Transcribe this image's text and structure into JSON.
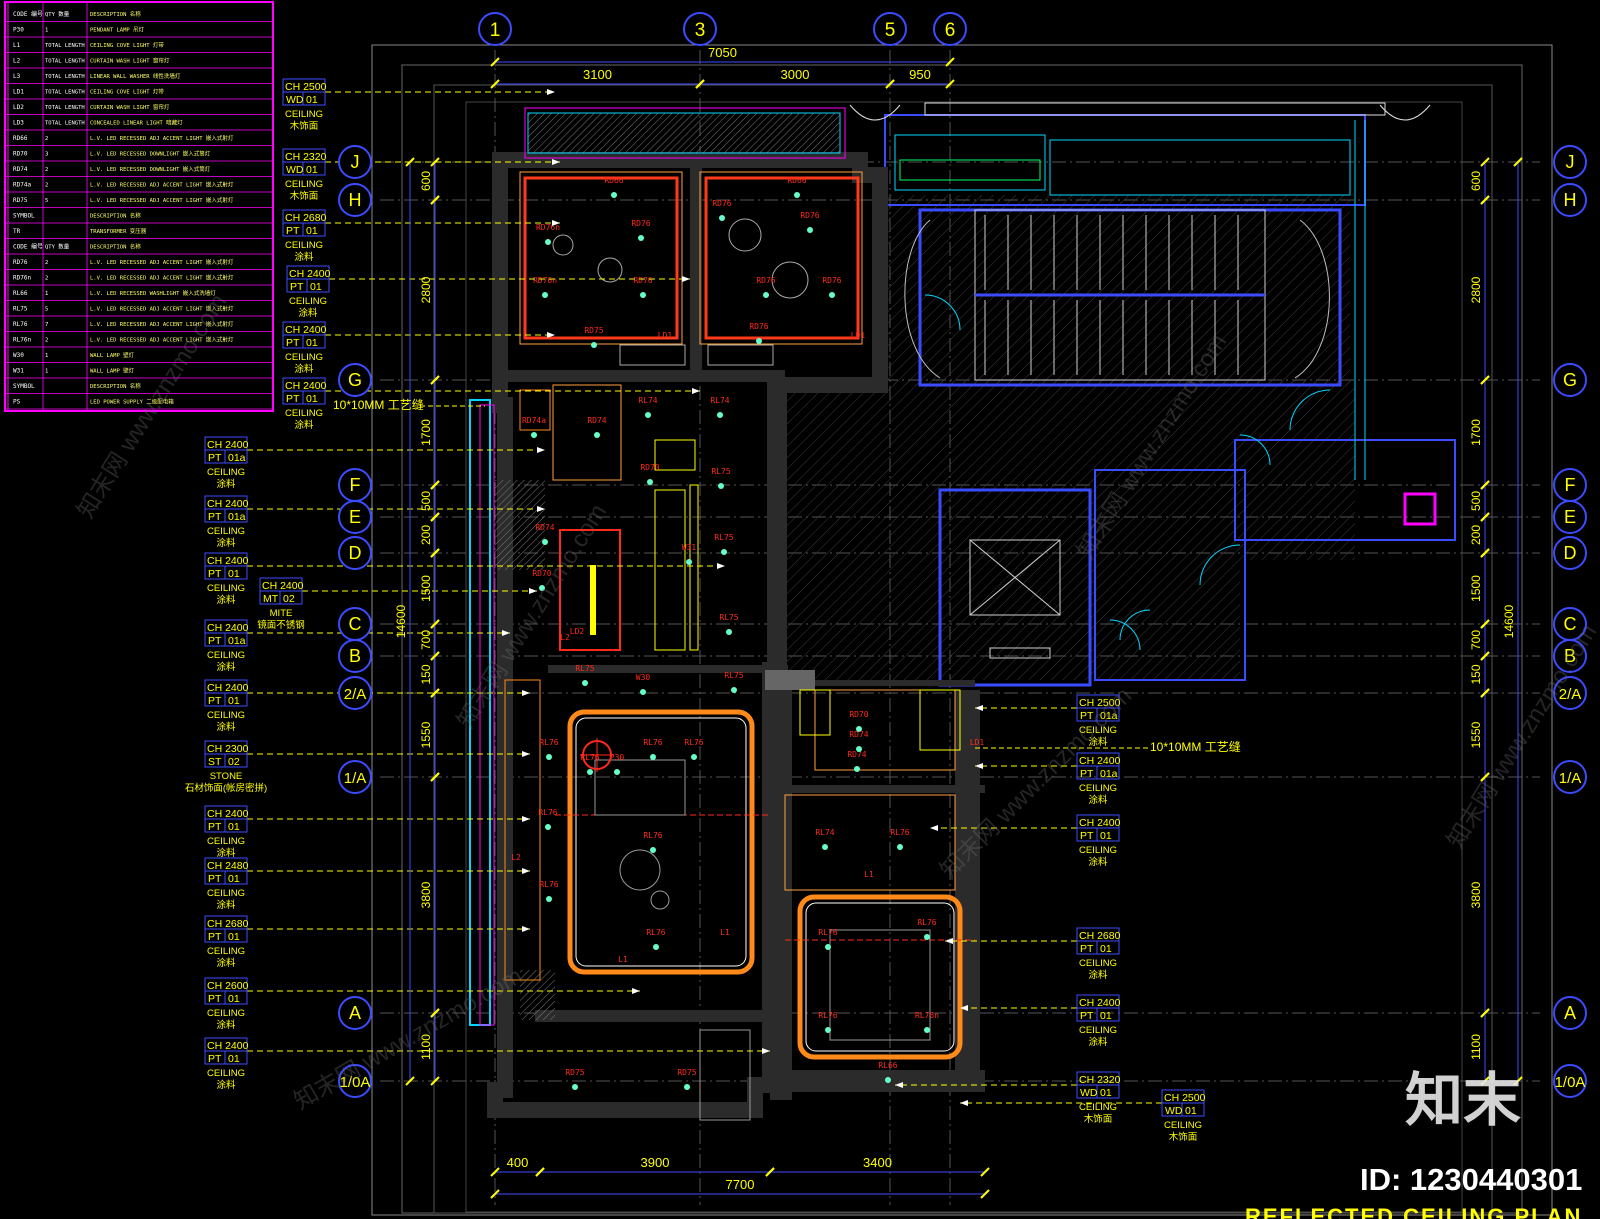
{
  "title": "REFLECTED CEILING PLAN",
  "watermark": {
    "logo": "知末",
    "id_text": "ID: 1230440301",
    "tile_cn": "知末网 www.znzmo.com"
  },
  "grid_top": [
    "1",
    "3",
    "5",
    "6"
  ],
  "grid_rows": [
    "J",
    "H",
    "G",
    "F",
    "E",
    "D",
    "C",
    "B",
    "2/A",
    "1/A",
    "A",
    "1/0A"
  ],
  "dims_top_total": "7050",
  "dims_top": [
    "3100",
    "3000",
    "950"
  ],
  "dims_bottom_total": "7700",
  "dims_bottom": [
    "400",
    "3900",
    "3400"
  ],
  "dims_side_total": "14600",
  "dims_side": [
    "600",
    "2800",
    "1700",
    "500",
    "200",
    "1500",
    "700",
    "150",
    "1550",
    "3800",
    "1100"
  ],
  "legend": {
    "rows": [
      [
        "CODE 编号",
        "QTY 数量",
        "DESCRIPTION 名称"
      ],
      [
        "P30",
        "1",
        "PENDANT LAMP 吊灯"
      ],
      [
        "L1",
        "TOTAL LENGTH",
        "CEILING COVE LIGHT 灯带"
      ],
      [
        "L2",
        "TOTAL LENGTH",
        "CURTAIN WASH LIGHT 窗帘灯"
      ],
      [
        "L3",
        "TOTAL LENGTH",
        "LINEAR WALL WASHER 线性洗墙灯"
      ],
      [
        "LD1",
        "TOTAL LENGTH",
        "CEILING COVE LIGHT 灯带"
      ],
      [
        "LD2",
        "TOTAL LENGTH",
        "CURTAIN WASH LIGHT 窗帘灯"
      ],
      [
        "LD3",
        "TOTAL LENGTH",
        "CONCEALED LINEAR LIGHT 暗藏灯"
      ],
      [
        "RD66",
        "2",
        "L.V. LED RECESSED ADJ ACCENT LIGHT 嵌入式射灯"
      ],
      [
        "RD70",
        "3",
        "L.V. LED RECESSED DOWNLIGHT 嵌入式筒灯"
      ],
      [
        "RD74",
        "2",
        "L.V. LED RECESSED DOWNLIGHT 嵌入式筒灯"
      ],
      [
        "RD74a",
        "2",
        "L.V. LED RECESSED ADJ ACCENT LIGHT 嵌入式射灯"
      ],
      [
        "RD75",
        "5",
        "L.V. LED RECESSED ADJ ACCENT LIGHT 嵌入式射灯"
      ],
      [
        "SYMBOL",
        "",
        "DESCRIPTION 名称"
      ],
      [
        "TR",
        "",
        "TRANSFORMER 变压器"
      ],
      [
        "CODE 编号",
        "QTY 数量",
        "DESCRIPTION 名称"
      ],
      [
        "RD76",
        "2",
        "L.V. LED RECESSED ADJ ACCENT LIGHT 嵌入式射灯"
      ],
      [
        "RD76n",
        "2",
        "L.V. LED RECESSED ADJ ACCENT LIGHT 嵌入式射灯"
      ],
      [
        "RL66",
        "1",
        "L.V. LED RECESSED WASHLIGHT 嵌入式洗墙灯"
      ],
      [
        "RL75",
        "5",
        "L.V. LED RECESSED ADJ ACCENT LIGHT 嵌入式射灯"
      ],
      [
        "RL76",
        "7",
        "L.V. LED RECESSED ADJ ACCENT LIGHT 嵌入式射灯"
      ],
      [
        "RL76n",
        "2",
        "L.V. LED RECESSED ADJ ACCENT LIGHT 嵌入式射灯"
      ],
      [
        "W30",
        "1",
        "WALL LAMP 壁灯"
      ],
      [
        "W31",
        "1",
        "WALL LAMP 壁灯"
      ],
      [
        "SYMBOL",
        "",
        "DESCRIPTION 名称"
      ],
      [
        "PS",
        "",
        "LED POWER SUPPLY 二级配电箱"
      ]
    ]
  },
  "tags_left": [
    {
      "ch": "CH 2500",
      "mat": "WD",
      "code": "01",
      "l1": "CEILING",
      "l2": "木饰面"
    },
    {
      "ch": "CH 2320",
      "mat": "WD",
      "code": "01",
      "l1": "CEILING",
      "l2": "木饰面"
    },
    {
      "ch": "CH 2680",
      "mat": "PT",
      "code": "01",
      "l1": "CEILING",
      "l2": "涂料"
    },
    {
      "ch": "CH 2400",
      "mat": "PT",
      "code": "01",
      "l1": "CEILING",
      "l2": "涂料"
    },
    {
      "ch": "CH 2400",
      "mat": "PT",
      "code": "01",
      "l1": "CEILING",
      "l2": "涂料"
    },
    {
      "ch": "CH 2400",
      "mat": "PT",
      "code": "01",
      "l1": "CEILING",
      "l2": "涂料"
    },
    {
      "ch": "CH 2400",
      "mat": "PT",
      "code": "01a",
      "l1": "CEILING",
      "l2": "涂料"
    },
    {
      "ch": "CH 2400",
      "mat": "PT",
      "code": "01a",
      "l1": "CEILING",
      "l2": "涂料"
    },
    {
      "ch": "CH 2400",
      "mat": "PT",
      "code": "01",
      "l1": "CEILING",
      "l2": "涂料"
    },
    {
      "ch": "CH 2400",
      "mat": "MT",
      "code": "02",
      "l1": "MITE",
      "l2": "镜面不锈钢"
    },
    {
      "ch": "CH 2400",
      "mat": "PT",
      "code": "01a",
      "l1": "CEILING",
      "l2": "涂料"
    },
    {
      "ch": "CH 2400",
      "mat": "PT",
      "code": "01",
      "l1": "CEILING",
      "l2": "涂料"
    },
    {
      "ch": "CH 2300",
      "mat": "ST",
      "code": "02",
      "l1": "STONE",
      "l2": "石材饰面(帐房密拼)"
    },
    {
      "ch": "CH 2400",
      "mat": "PT",
      "code": "01",
      "l1": "CEILING",
      "l2": "涂料"
    },
    {
      "ch": "CH 2480",
      "mat": "PT",
      "code": "01",
      "l1": "CEILING",
      "l2": "涂料"
    },
    {
      "ch": "CH 2680",
      "mat": "PT",
      "code": "01",
      "l1": "CEILING",
      "l2": "涂料"
    },
    {
      "ch": "CH 2600",
      "mat": "PT",
      "code": "01",
      "l1": "CEILING",
      "l2": "涂料"
    },
    {
      "ch": "CH 2400",
      "mat": "PT",
      "code": "01",
      "l1": "CEILING",
      "l2": "涂料"
    }
  ],
  "tags_right": [
    {
      "ch": "CH 2500",
      "mat": "PT",
      "code": "01a",
      "l1": "CEILING",
      "l2": "涂料"
    },
    {
      "ch": "CH 2400",
      "mat": "PT",
      "code": "01a",
      "l1": "CEILING",
      "l2": "涂料"
    },
    {
      "ch": "CH 2400",
      "mat": "PT",
      "code": "01",
      "l1": "CEILING",
      "l2": "涂料"
    },
    {
      "ch": "CH 2680",
      "mat": "PT",
      "code": "01",
      "l1": "CEILING",
      "l2": "涂料"
    },
    {
      "ch": "CH 2400",
      "mat": "PT",
      "code": "01",
      "l1": "CEILING",
      "l2": "涂料"
    },
    {
      "ch": "CH 2320",
      "mat": "WD",
      "code": "01",
      "l1": "CEILING",
      "l2": "木饰面"
    },
    {
      "ch": "CH 2500",
      "mat": "WD",
      "code": "01",
      "l1": "CEILING",
      "l2": "木饰面"
    }
  ],
  "notes": [
    "10*10MM 工艺缝",
    "10*10MM 工艺缝"
  ],
  "fixtures": [
    {
      "label": "RD66"
    },
    {
      "label": "RD66"
    },
    {
      "label": "RD76n"
    },
    {
      "label": "RD76"
    },
    {
      "label": "RD76"
    },
    {
      "label": "RD76"
    },
    {
      "label": "RD76n"
    },
    {
      "label": "RD75"
    },
    {
      "label": "RD76"
    },
    {
      "label": "RD76"
    },
    {
      "label": "RD76"
    },
    {
      "label": "RD76"
    },
    {
      "label": "LD1"
    },
    {
      "label": "LD1"
    },
    {
      "label": "RD74a"
    },
    {
      "label": "RD74"
    },
    {
      "label": "RL74"
    },
    {
      "label": "RL74"
    },
    {
      "label": "RD70"
    },
    {
      "label": "RL75"
    },
    {
      "label": "RD74"
    },
    {
      "label": "RD70"
    },
    {
      "label": "RL75"
    },
    {
      "label": "RL75"
    },
    {
      "label": "W31"
    },
    {
      "label": "LD2"
    },
    {
      "label": "RL75"
    },
    {
      "label": "RL75"
    },
    {
      "label": "W30"
    },
    {
      "label": "RL76"
    },
    {
      "label": "RL76"
    },
    {
      "label": "P30"
    },
    {
      "label": "RL76"
    },
    {
      "label": "RL76"
    },
    {
      "label": "RL76"
    },
    {
      "label": "RL76"
    },
    {
      "label": "RL76"
    },
    {
      "label": "RL76"
    },
    {
      "label": "RD70"
    },
    {
      "label": "RD74"
    },
    {
      "label": "RD74"
    },
    {
      "label": "LD1"
    },
    {
      "label": "RL74"
    },
    {
      "label": "RL76"
    },
    {
      "label": "RL76"
    },
    {
      "label": "RL76"
    },
    {
      "label": "RL76"
    },
    {
      "label": "RL76n"
    },
    {
      "label": "RL66"
    },
    {
      "label": "RD75"
    },
    {
      "label": "RD75"
    },
    {
      "label": "L1"
    },
    {
      "label": "L1"
    },
    {
      "label": "L1"
    },
    {
      "label": "L2"
    },
    {
      "label": "L2"
    }
  ],
  "colors": {
    "background": "#000000",
    "wall": "#2a2a2a",
    "blue": "#3b4bff",
    "cyan": "#00d7ff",
    "yellow": "#ffff00",
    "red": "#ff2a1a",
    "magenta": "#ff00ff",
    "orange": "#ff8a1a",
    "white": "#ffffff"
  }
}
